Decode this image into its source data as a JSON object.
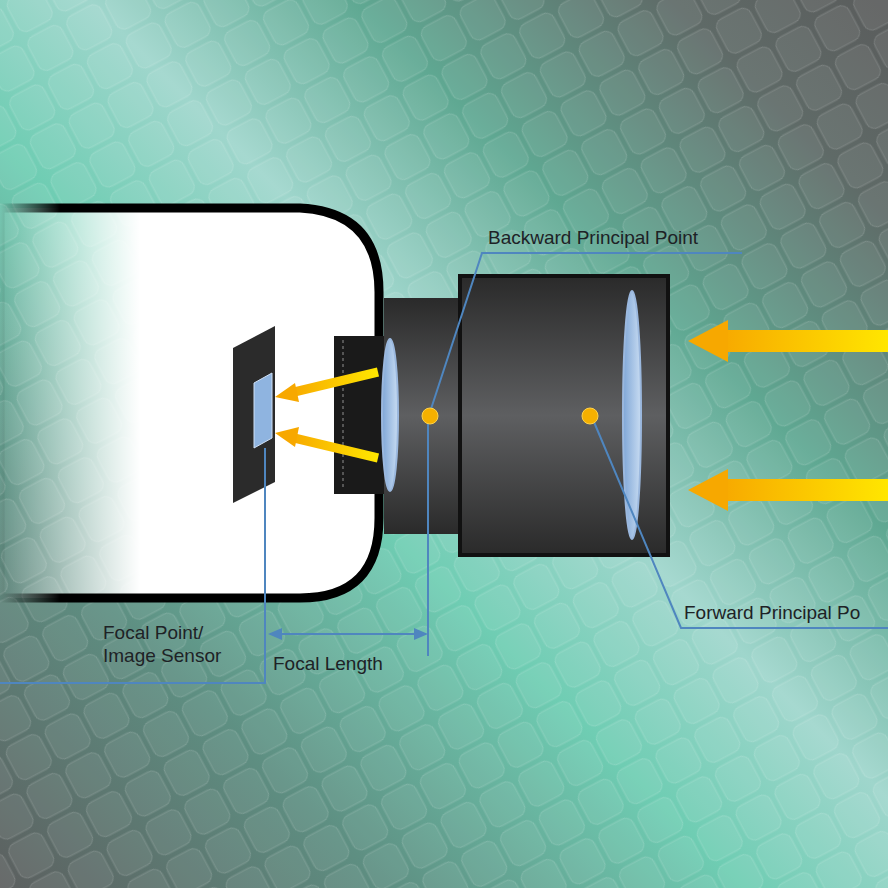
{
  "diagram": {
    "labels": [
      "Backward Principal Point",
      "Forward Principal Po",
      "Focal Point/ Image Sensor",
      "Focal Length"
    ]
  }
}
